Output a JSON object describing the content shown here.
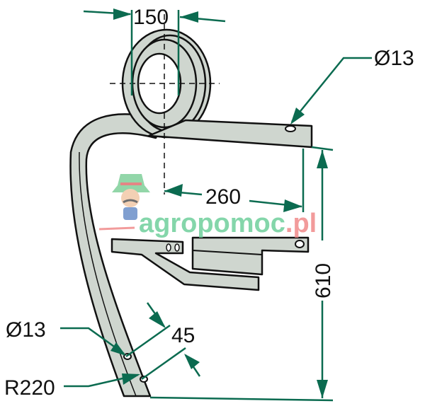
{
  "dimensions": {
    "coil_width": "150",
    "hole_top": "Ø13",
    "arm_length": "260",
    "height": "610",
    "hole_bottom": "Ø13",
    "hole_spacing": "45",
    "radius": "R220"
  },
  "watermark": {
    "text_main": "agropomoc",
    "text_tld": ".pl"
  },
  "colors": {
    "part": "#cfd6cf",
    "dimension": "#0b6b50",
    "watermark_green": "#6fcf9c",
    "watermark_red": "#f08a8a"
  }
}
